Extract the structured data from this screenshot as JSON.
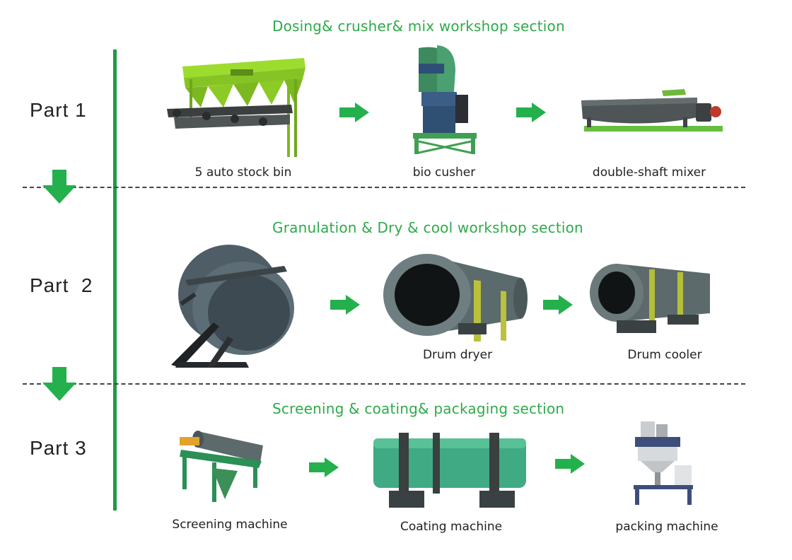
{
  "colors": {
    "accent_green": "#2eaa4a",
    "arrow_green": "#24b04c",
    "line_green": "#1e9a45",
    "machine_lime": "#8fd12a",
    "machine_grey": "#5e6a6c",
    "machine_teal": "#3fae86"
  },
  "sections": [
    {
      "title": "Dosing& crusher& mix workshop section",
      "part": "Part 1",
      "machines": [
        {
          "label": "5 auto stock bin",
          "icon": "stock-bin-icon"
        },
        {
          "label": "bio cusher",
          "icon": "crusher-icon"
        },
        {
          "label": "double-shaft mixer",
          "icon": "mixer-icon"
        }
      ]
    },
    {
      "title": "Granulation & Dry & cool workshop section",
      "part": "Part  2",
      "machines": [
        {
          "label": "",
          "icon": "pan-granulator-icon"
        },
        {
          "label": "Drum dryer",
          "icon": "drum-dryer-icon"
        },
        {
          "label": "Drum cooler",
          "icon": "drum-cooler-icon"
        }
      ]
    },
    {
      "title": "Screening & coating& packaging section",
      "part": "Part 3",
      "machines": [
        {
          "label": "Screening machine",
          "icon": "screener-icon"
        },
        {
          "label": "Coating machine",
          "icon": "coating-drum-icon"
        },
        {
          "label": "packing machine",
          "icon": "packing-machine-icon"
        }
      ]
    }
  ]
}
